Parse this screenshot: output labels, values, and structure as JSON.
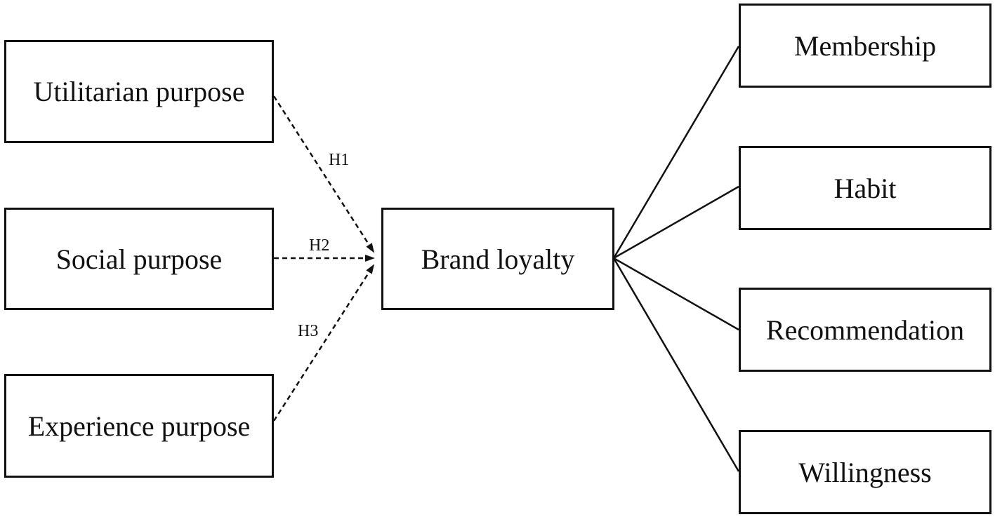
{
  "diagram": {
    "independent_variables": [
      {
        "id": "utilitarian",
        "label": "Utilitarian purpose"
      },
      {
        "id": "social",
        "label": "Social purpose"
      },
      {
        "id": "experience",
        "label": "Experience purpose"
      }
    ],
    "central_construct": {
      "id": "brand-loyalty",
      "label": "Brand loyalty"
    },
    "dimensions": [
      {
        "id": "membership",
        "label": "Membership"
      },
      {
        "id": "habit",
        "label": "Habit"
      },
      {
        "id": "recommendation",
        "label": "Recommendation"
      },
      {
        "id": "willingness",
        "label": "Willingness"
      }
    ],
    "hypotheses": [
      {
        "from": "utilitarian",
        "to": "brand-loyalty",
        "label": "H1",
        "style": "dashed-arrow"
      },
      {
        "from": "social",
        "to": "brand-loyalty",
        "label": "H2",
        "style": "dashed-arrow"
      },
      {
        "from": "experience",
        "to": "brand-loyalty",
        "label": "H3",
        "style": "dashed-arrow"
      }
    ],
    "dimension_links": [
      {
        "from": "brand-loyalty",
        "to": "membership",
        "style": "solid"
      },
      {
        "from": "brand-loyalty",
        "to": "habit",
        "style": "solid"
      },
      {
        "from": "brand-loyalty",
        "to": "recommendation",
        "style": "solid"
      },
      {
        "from": "brand-loyalty",
        "to": "willingness",
        "style": "solid"
      }
    ],
    "colors": {
      "stroke": "#111111",
      "background": "#ffffff"
    }
  }
}
